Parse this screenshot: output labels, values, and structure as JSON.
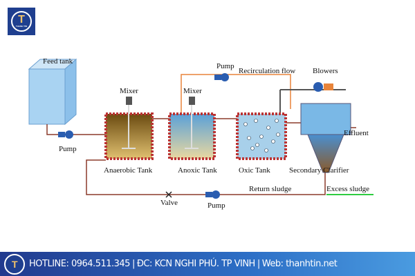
{
  "logo": {
    "letter": "T",
    "brand": "THANH TIN"
  },
  "diagram": {
    "feed_tank": "Feed tank",
    "pump_feed": "Pump",
    "mixer_1": "Mixer",
    "mixer_2": "Mixer",
    "pump_recirc": "Pump",
    "recirculation": "Recirculation  flow",
    "blowers": "Blowers",
    "effluent": "Effluent",
    "anaerobic": "Anaerobic Tank",
    "anoxic": "Anoxic Tank",
    "oxic": "Oxic  Tank",
    "clarifier": "Secondary Clarifier",
    "return_sludge": "Return sludge",
    "excess_sludge": "Excess sludge",
    "valve": "Valve",
    "pump_return": "Pump"
  },
  "footer": {
    "hotline": "HOTLINE: 0964.511.345",
    "address": "ĐC: KCN NGHI PHÚ. TP VINH",
    "web": "Web: thanhtin.net"
  },
  "colors": {
    "pipe": "#8b3a2a",
    "recirc": "#e8843a",
    "excess": "#2ecc40",
    "footer": "#2d6fc6"
  }
}
